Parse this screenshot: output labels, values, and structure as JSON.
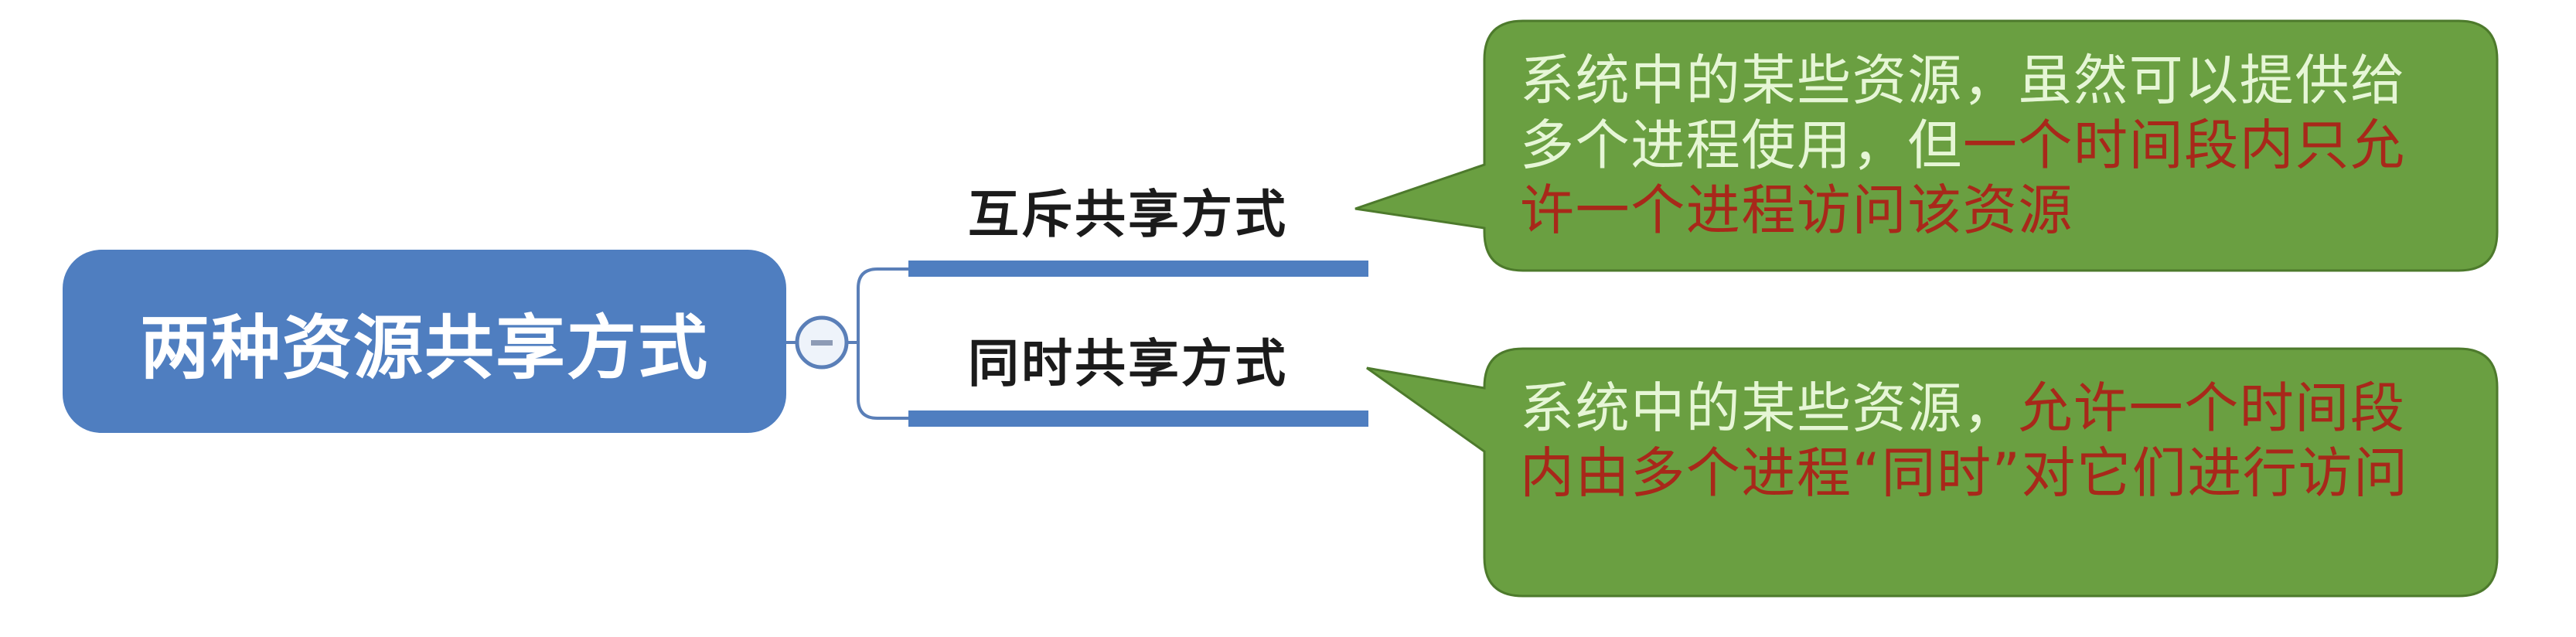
{
  "root": {
    "label": "两种资源共享方式",
    "fill_color": "#4f7ec0",
    "text_color": "#ffffff"
  },
  "toggle": {
    "icon": "collapse-minus-icon",
    "state": "expanded"
  },
  "branches": [
    {
      "label": "互斥共享方式",
      "callout": {
        "normal_text": "系统中的某些资源，虽然可以提供给多个进程使用，但",
        "highlight_text": "一个时间段内只允许一个进程访问该资源"
      }
    },
    {
      "label": "同时共享方式",
      "callout": {
        "normal_text": "系统中的某些资源，",
        "highlight_text": "允许一个时间段内由多个进程“同时”对它们进行访问"
      }
    }
  ],
  "colors": {
    "branch_line": "#4f7ec0",
    "callout_fill": "#6a9f41",
    "callout_border": "#4d7a2c",
    "callout_text": "#e6f6d6",
    "highlight_text": "#a8281a"
  }
}
